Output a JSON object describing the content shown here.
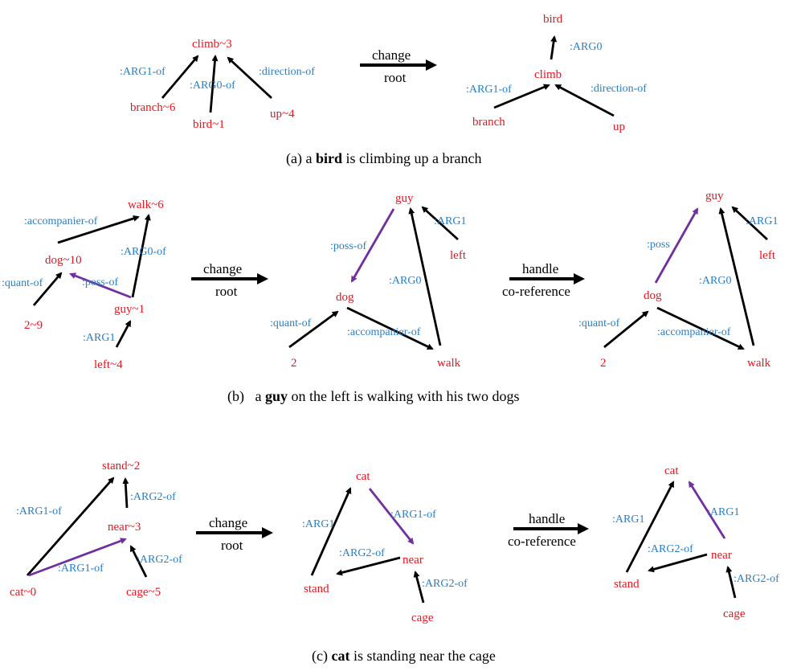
{
  "colors": {
    "node": "#e8141e",
    "label": "#2a7fc0",
    "edge": "#000000",
    "highlight": "#7030a0"
  },
  "panel_a": {
    "left": {
      "root": "climb~3",
      "n1": "branch~6",
      "n2": "bird~1",
      "n3": "up~4",
      "e1": ":ARG1-of",
      "e2": ":ARG0-of",
      "e3": ":direction-of"
    },
    "arrow_top": "change",
    "arrow_bottom": "root",
    "right": {
      "root": "bird",
      "n1": "climb",
      "n2": "branch",
      "n3": "up",
      "e0": ":ARG0",
      "e1": ":ARG1-of",
      "e2": ":direction-of"
    },
    "caption": {
      "prefix": "(a) a",
      "bold": "bird",
      "suffix": "is climbing up a branch"
    }
  },
  "panel_b": {
    "left": {
      "walk": "walk~6",
      "dog": "dog~10",
      "two": "2~9",
      "guy": "guy~1",
      "left": "left~4",
      "e_acc": ":accompanier-of",
      "e_arg0": ":ARG0-of",
      "e_quant": ":quant-of",
      "e_poss": ":poss-of",
      "e_arg1": ":ARG1"
    },
    "arrow1_top": "change",
    "arrow1_bottom": "root",
    "middle": {
      "guy": "guy",
      "left": "left",
      "dog": "dog",
      "two": "2",
      "walk": "walk",
      "e_poss": ":poss-of",
      "e_arg1": ":ARG1",
      "e_arg0": ":ARG0",
      "e_quant": ":quant-of",
      "e_acc": ":accompanier-of"
    },
    "arrow2_top": "handle",
    "arrow2_bottom": "co-reference",
    "right": {
      "guy": "guy",
      "left": "left",
      "dog": "dog",
      "two": "2",
      "walk": "walk",
      "e_poss": ":poss",
      "e_arg1": ":ARG1",
      "e_arg0": ":ARG0",
      "e_quant": ":quant-of",
      "e_acc": ":accompanier-of"
    },
    "caption": {
      "prefix": "(b)   a",
      "bold": "guy",
      "suffix": "on the left is walking with his two dogs"
    }
  },
  "panel_c": {
    "left": {
      "stand": "stand~2",
      "near": "near~3",
      "cat": "cat~0",
      "cage": "cage~5",
      "e_arg1of_big": ":ARG1-of",
      "e_arg2of_top": ":ARG2-of",
      "e_arg2of_bot": ":ARG2-of",
      "e_arg1of_p": ":ARG1-of"
    },
    "arrow1_top": "change",
    "arrow1_bottom": "root",
    "middle": {
      "cat": "cat",
      "near": "near",
      "stand": "stand",
      "cage": "cage",
      "e_arg1": ":ARG1",
      "e_arg1of": ":ARG1-of",
      "e_arg2": ":ARG2-of",
      "e_arg2of": ":ARG2-of"
    },
    "arrow2_top": "handle",
    "arrow2_bottom": "co-reference",
    "right": {
      "cat": "cat",
      "near": "near",
      "stand": "stand",
      "cage": "cage",
      "e_arg1a": ":ARG1",
      "e_arg1b": ":ARG1",
      "e_arg2": ":ARG2-of",
      "e_arg2of": ":ARG2-of"
    },
    "caption": {
      "prefix": "(c)",
      "bold": "cat",
      "suffix": "is standing near the cage"
    }
  }
}
